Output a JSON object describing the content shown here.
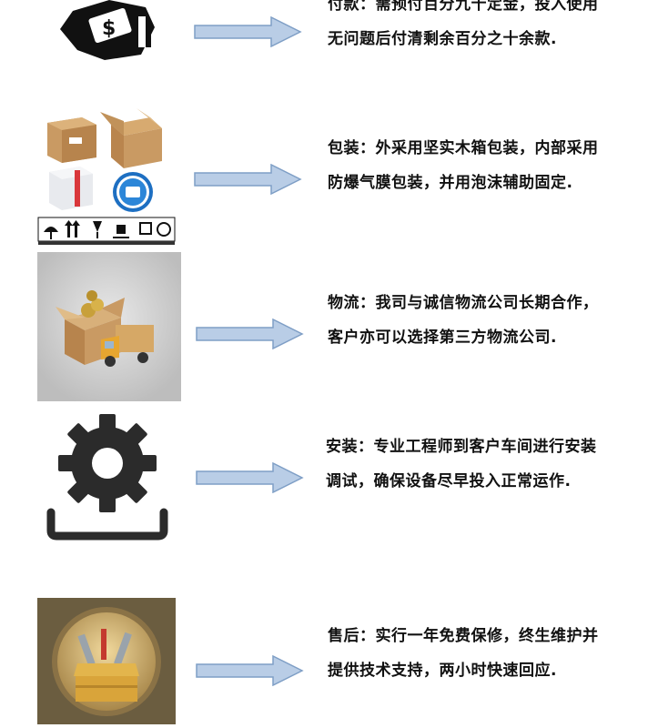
{
  "colors": {
    "arrow_fill": "#b9cde6",
    "arrow_stroke": "#7f9fc6",
    "text": "#111111",
    "gear": "#2b2b2b",
    "logistics_bg": "#cfcfcf",
    "aftersales_bg": "#6b5d40"
  },
  "sections": [
    {
      "icon": "money-bag-icon",
      "line1": "付款：需预付百分九十定金，投入使用",
      "line2": "无问题后付清剩余百分之十余款."
    },
    {
      "icon": "packaging-boxes-icon",
      "line1": "包装：外采用坚实木箱包装，内部采用",
      "line2": "防爆气膜包装，并用泡沫辅助固定."
    },
    {
      "icon": "logistics-truck-icon",
      "line1": "物流：我司与诚信物流公司长期合作，",
      "line2": "客户亦可以选择第三方物流公司."
    },
    {
      "icon": "install-gear-icon",
      "line1": "安装：专业工程师到客户车间进行安装",
      "line2": "调试，确保设备尽早投入正常运作."
    },
    {
      "icon": "toolbox-icon",
      "line1": "售后：实行一年免费保修，终生维护并",
      "line2": "提供技术支持，两小时快速回应."
    }
  ]
}
